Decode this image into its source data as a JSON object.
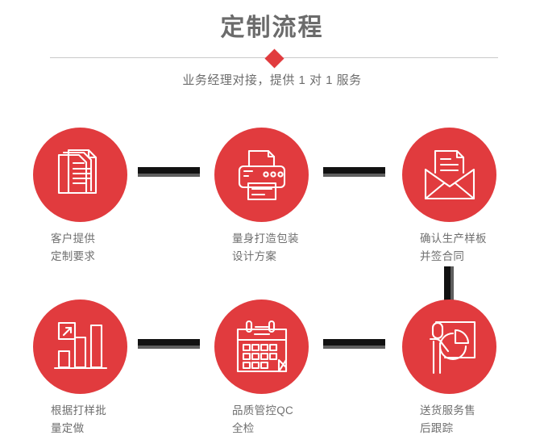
{
  "header": {
    "title": "定制流程",
    "subtitle": "业务经理对接，提供 1 对 1 服务",
    "accent_color": "#e13b3e",
    "divider_color": "#c9c9c9",
    "title_color": "#6b6b6b"
  },
  "flow": {
    "circle_color": "#e13b3e",
    "connector_color": "#111111",
    "connector_shadow_color": "#5e5e5e",
    "label_color": "#6f6f6f",
    "steps": [
      {
        "index": 1,
        "icon": "documents-stack-icon",
        "label": "客户提供\n定制要求"
      },
      {
        "index": 2,
        "icon": "printer-icon",
        "label": "量身打造包装\n设计方案"
      },
      {
        "index": 3,
        "icon": "open-envelope-document-icon",
        "label": "确认生产样板\n并签合同"
      },
      {
        "index": 4,
        "icon": "bar-chart-growth-icon",
        "label": "根据打样批\n量定做"
      },
      {
        "index": 5,
        "icon": "calendar-checklist-icon",
        "label": "品质管控QC\n全检"
      },
      {
        "index": 6,
        "icon": "presenter-pie-chart-icon",
        "label": "送货服务售\n后跟踪"
      }
    ],
    "connectors": [
      {
        "id": "h1",
        "orientation": "horizontal",
        "from": 1,
        "to": 2
      },
      {
        "id": "h2",
        "orientation": "horizontal",
        "from": 2,
        "to": 3
      },
      {
        "id": "v1",
        "orientation": "vertical",
        "from": 3,
        "to": 6
      },
      {
        "id": "h3",
        "orientation": "horizontal",
        "from": 4,
        "to": 5
      },
      {
        "id": "h4",
        "orientation": "horizontal",
        "from": 5,
        "to": 6
      }
    ]
  }
}
